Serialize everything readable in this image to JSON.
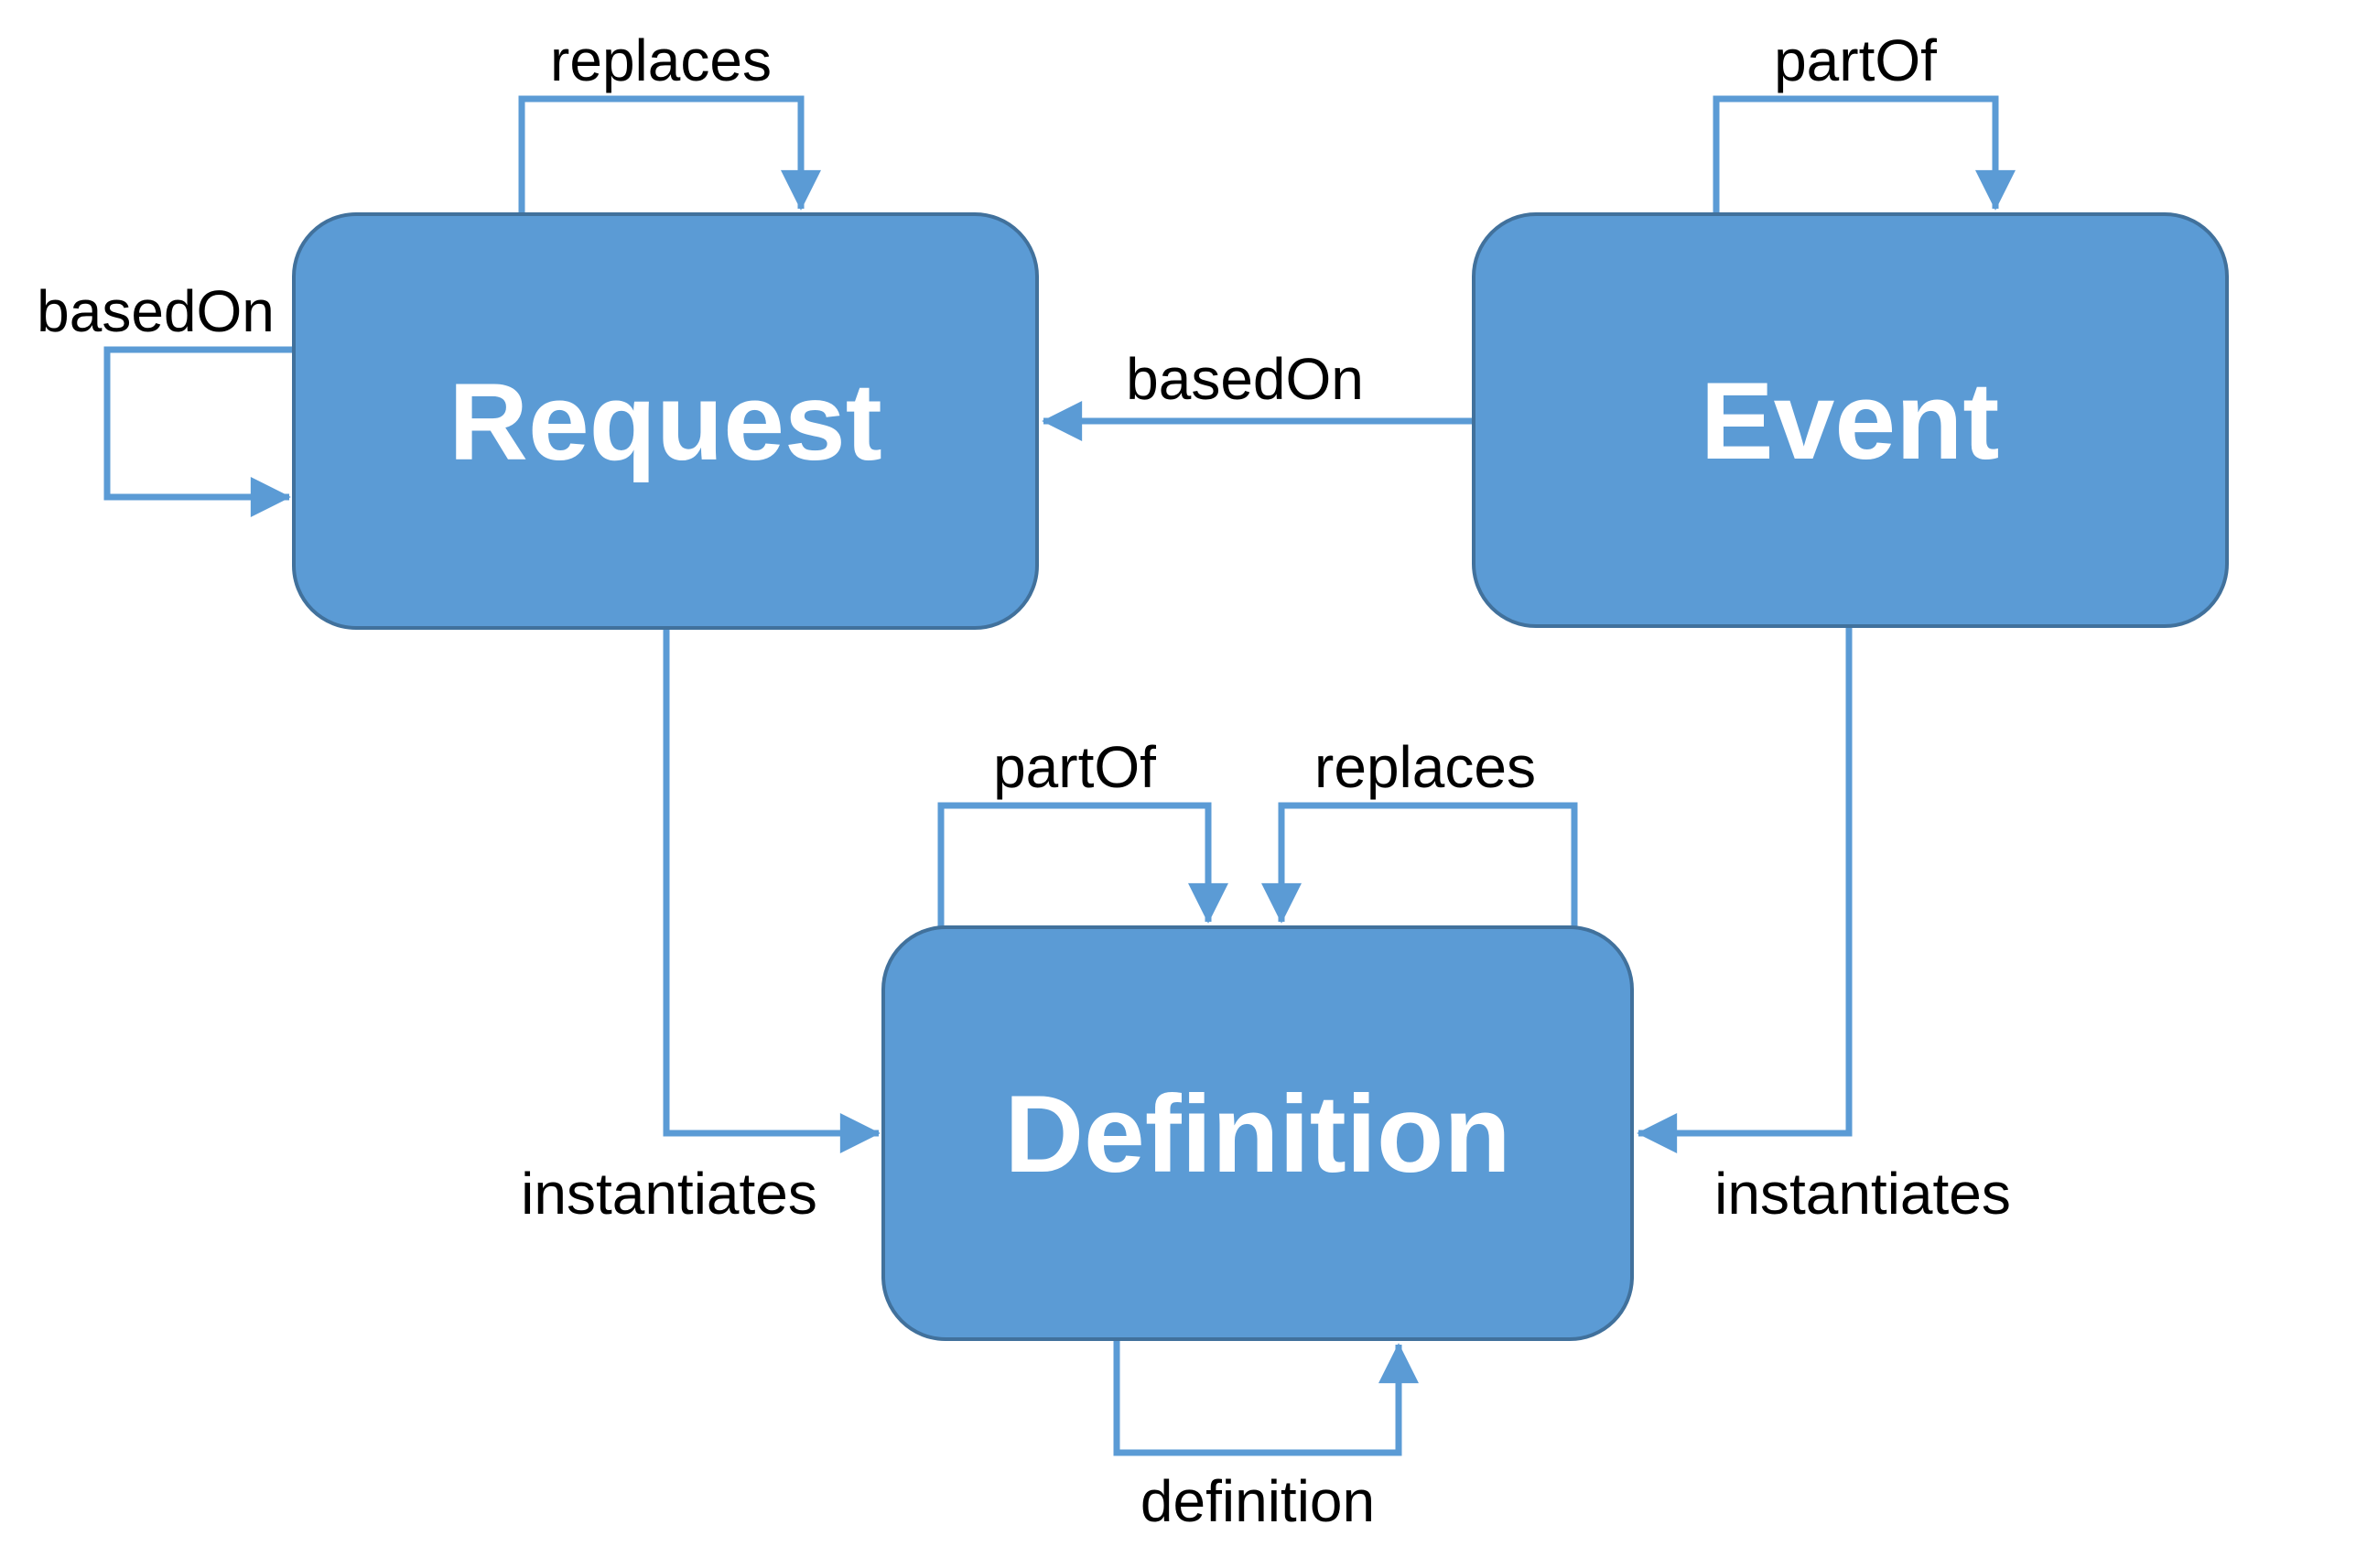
{
  "diagram": {
    "type": "concept-relationship-diagram",
    "background": "#ffffff",
    "colors": {
      "node_fill": "#5B9BD5",
      "node_border": "#41719C",
      "connector": "#5B9BD5",
      "edge_label_text": "#000000",
      "node_label_text": "#ffffff"
    },
    "nodes": [
      {
        "id": "request",
        "label": "Request"
      },
      {
        "id": "event",
        "label": "Event"
      },
      {
        "id": "definition",
        "label": "Definition"
      }
    ],
    "edges": [
      {
        "label": "replaces",
        "from": "request",
        "to": "request",
        "kind": "self-loop-top"
      },
      {
        "label": "basedOn",
        "from": "request",
        "to": "request",
        "kind": "self-loop-left"
      },
      {
        "label": "partOf",
        "from": "event",
        "to": "event",
        "kind": "self-loop-top"
      },
      {
        "label": "basedOn",
        "from": "event",
        "to": "request",
        "kind": "straight-horizontal"
      },
      {
        "label": "instantiates",
        "from": "request",
        "to": "definition",
        "kind": "elbow-down-right"
      },
      {
        "label": "instantiates",
        "from": "event",
        "to": "definition",
        "kind": "elbow-down-left"
      },
      {
        "label": "partOf",
        "from": "definition",
        "to": "definition",
        "kind": "self-loop-top"
      },
      {
        "label": "replaces",
        "from": "definition",
        "to": "definition",
        "kind": "self-loop-top"
      },
      {
        "label": "definition",
        "from": "definition",
        "to": "definition",
        "kind": "self-loop-bottom"
      }
    ]
  }
}
